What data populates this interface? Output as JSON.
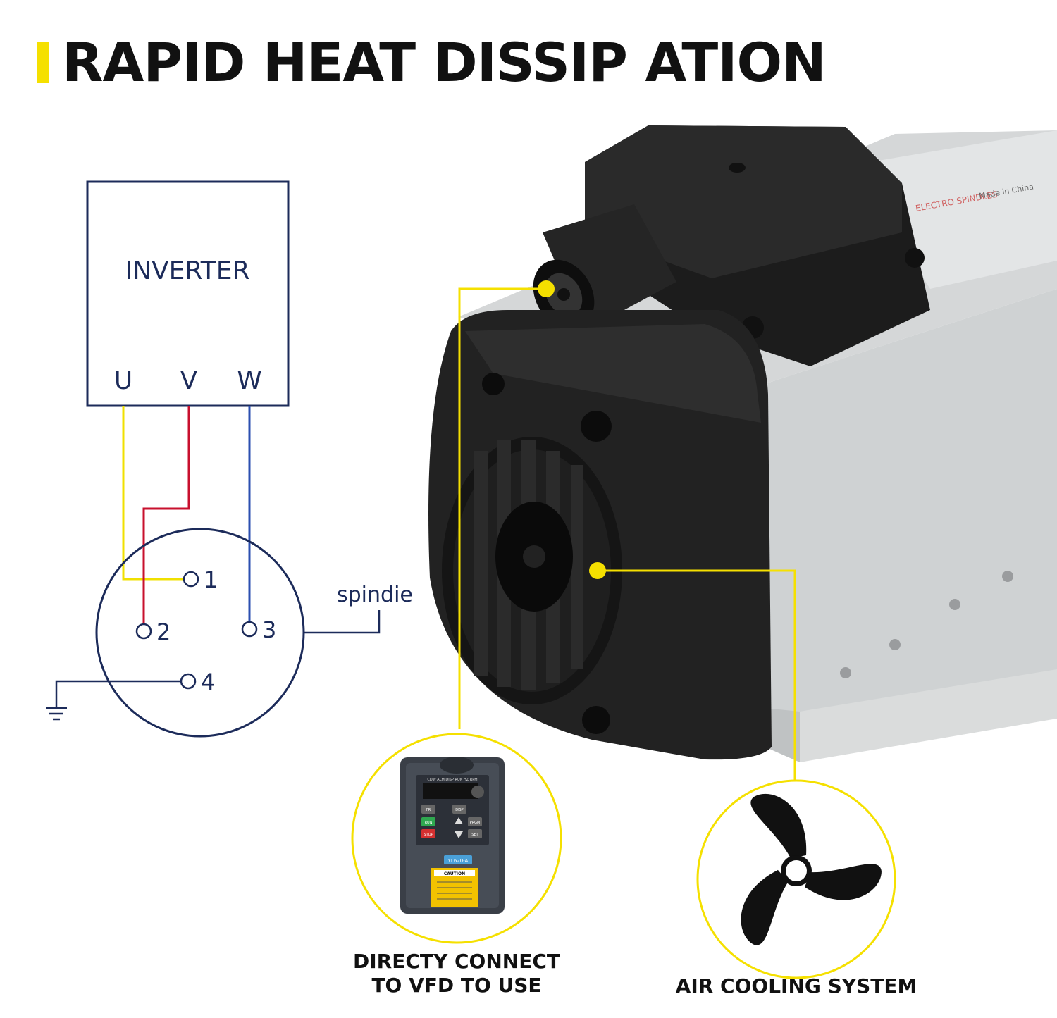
{
  "title": "RAPID HEAT DISSIP ATION",
  "colors": {
    "accent": "#f5e000",
    "navy": "#1c2b5a",
    "red": "#c8102e",
    "blue": "#2b4fb0",
    "yellow": "#f0e000"
  },
  "wiring": {
    "inverter_label": "INVERTER",
    "phases": [
      "U",
      "V",
      "W"
    ],
    "terminals": [
      "1",
      "2",
      "3",
      "4"
    ],
    "spindle_label": "spindie"
  },
  "features": [
    {
      "label": "DIRECTY CONNECT\nTO VFD TO USE",
      "icon": "vfd-icon"
    },
    {
      "label": "AIR COOLING SYSTEM",
      "icon": "fan-icon"
    }
  ],
  "vfd_panel": {
    "indicators": "CDW ALM DISP RUN HZ RPM",
    "keys": [
      "FR",
      "DISP",
      "RUN",
      "PRGM",
      "STOP",
      "SET"
    ],
    "model": "YL620-A",
    "caution": "CAUTION"
  },
  "nameplate": {
    "brand": "ELECTRO SPINDLES",
    "made_in": "Made in China"
  }
}
